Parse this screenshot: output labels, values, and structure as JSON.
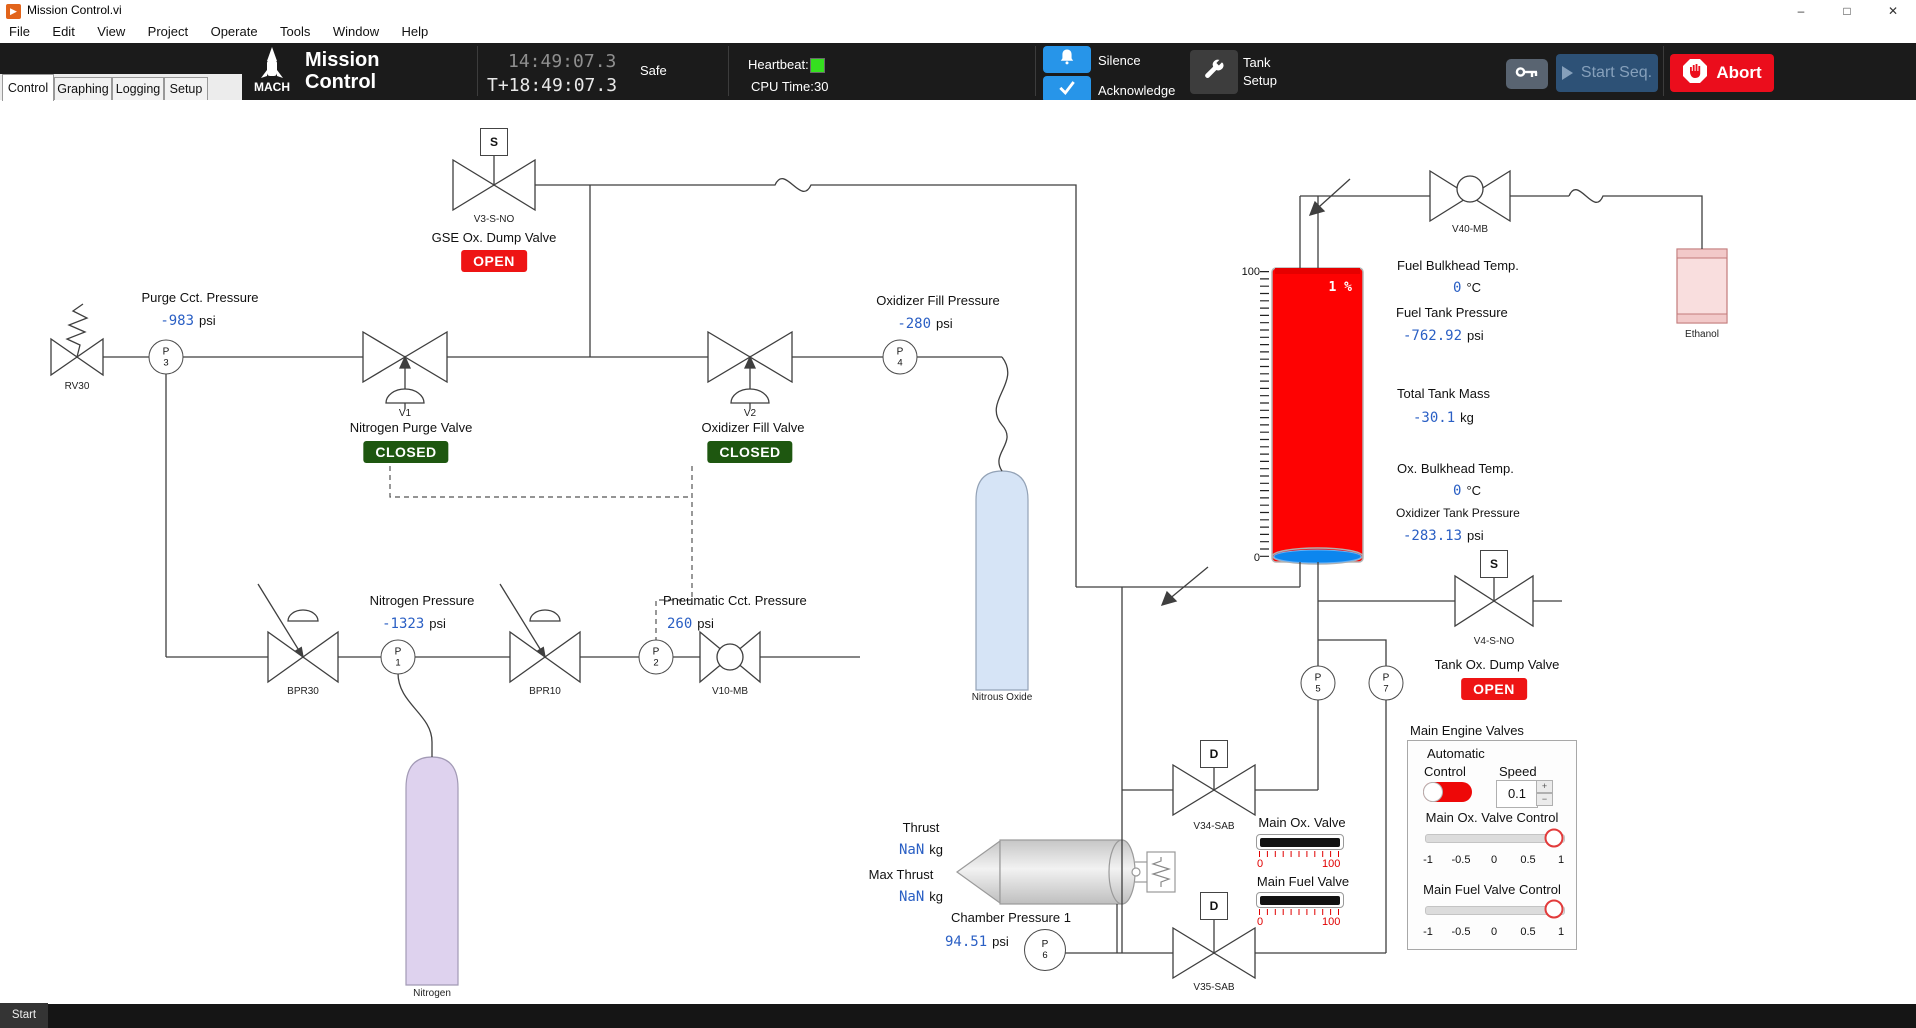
{
  "window": {
    "title": "Mission Control.vi",
    "menu": [
      "File",
      "Edit",
      "View",
      "Project",
      "Operate",
      "Tools",
      "Window",
      "Help"
    ],
    "controls": {
      "minimize": "–",
      "maximize": "□",
      "close": "✕"
    }
  },
  "header": {
    "logo": "MACH",
    "title_line1": "Mission",
    "title_line2": "Control",
    "clock": "14:49:07.3",
    "met": "T+18:49:07.3",
    "mode": "Safe",
    "heartbeat_label": "Heartbeat:",
    "cpu_label": "CPU Time:",
    "cpu_value": "30",
    "silence_label": "Silence",
    "acknowledge_label": "Acknowledge",
    "tank_setup_line1": "Tank",
    "tank_setup_line2": "Setup",
    "start_seq_label": "Start Seq.",
    "abort_label": "Abort"
  },
  "tabs": {
    "items": [
      "Control",
      "Graphing",
      "Logging",
      "Setup"
    ],
    "active": "Control"
  },
  "diagram": {
    "letters": {
      "s": "S",
      "d": "D"
    },
    "gse_dump": {
      "label": "GSE Ox. Dump Valve",
      "state": "OPEN"
    },
    "tank_dump": {
      "label": "Tank Ox. Dump Valve",
      "state": "OPEN"
    },
    "n2_purge": {
      "label": "Nitrogen Purge Valve",
      "state": "CLOSED"
    },
    "ox_fill_valve": {
      "label": "Oxidizer Fill Valve",
      "state": "CLOSED"
    },
    "purge": {
      "label": "Purge Cct. Pressure",
      "value": "-983",
      "unit": "psi"
    },
    "ox_fill": {
      "label": "Oxidizer Fill Pressure",
      "value": "-280",
      "unit": "psi"
    },
    "nitrogen_p": {
      "label": "Nitrogen Pressure",
      "value": "-1323",
      "unit": "psi"
    },
    "pneumatic": {
      "label": "Pneumatic Cct. Pressure",
      "value": "260",
      "unit": "psi"
    },
    "fuel_bulkhead": {
      "label": "Fuel Bulkhead Temp.",
      "value": "0",
      "unit": "°C"
    },
    "fuel_tank_pressure": {
      "label": "Fuel Tank Pressure",
      "value": "-762.92",
      "unit": "psi"
    },
    "total_mass": {
      "label": "Total Tank Mass",
      "value": "-30.1",
      "unit": "kg"
    },
    "ox_bulkhead": {
      "label": "Ox. Bulkhead Temp.",
      "value": "0",
      "unit": "°C"
    },
    "ox_tank_pressure": {
      "label": "Oxidizer Tank Pressure",
      "value": "-283.13",
      "unit": "psi"
    },
    "thrust": {
      "label": "Thrust",
      "value": "NaN",
      "unit": "kg"
    },
    "max_thrust": {
      "label": "Max Thrust",
      "value": "NaN",
      "unit": "kg"
    },
    "chamber_pressure": {
      "label": "Chamber Pressure 1",
      "value": "94.51",
      "unit": "psi"
    },
    "valves": {
      "rv30": "RV30",
      "v1": "V1",
      "v2": "V2",
      "v3": "V3-S-NO",
      "v4": "V4-S-NO",
      "v10": "V10-MB",
      "v40": "V40-MB",
      "bpr30": "BPR30",
      "bpr10": "BPR10",
      "v34": "V34-SAB",
      "v35": "V35-SAB"
    },
    "sensors": {
      "p1": {
        "l": "P",
        "n": "1"
      },
      "p2": {
        "l": "P",
        "n": "2"
      },
      "p3": {
        "l": "P",
        "n": "3"
      },
      "p4": {
        "l": "P",
        "n": "4"
      },
      "p5": {
        "l": "P",
        "n": "5"
      },
      "p6": {
        "l": "P",
        "n": "6"
      },
      "p7": {
        "l": "P",
        "n": "7"
      }
    },
    "vessels": {
      "nitrous": "Nitrous Oxide",
      "nitrogen": "Nitrogen",
      "ethanol": "Ethanol"
    },
    "tank": {
      "level": "1 %",
      "max": "100",
      "min": "0"
    },
    "main_ox_gauge": {
      "label": "Main Ox. Valve",
      "min": "0",
      "max": "100"
    },
    "main_fuel_gauge": {
      "label": "Main Fuel Valve",
      "min": "0",
      "max": "100"
    }
  },
  "engine_panel": {
    "title": "Main Engine Valves",
    "auto_line1": "Automatic",
    "auto_line2": "Control",
    "speed_label": "Speed",
    "speed_value": "0.1",
    "spin_up": "+",
    "spin_down": "−",
    "ox_slider_label": "Main Ox. Valve Control",
    "fuel_slider_label": "Main Fuel Valve Control",
    "ticks": [
      "-1",
      "-0.5",
      "0",
      "0.5",
      "1"
    ]
  },
  "taskbar": {
    "start": "Start"
  }
}
